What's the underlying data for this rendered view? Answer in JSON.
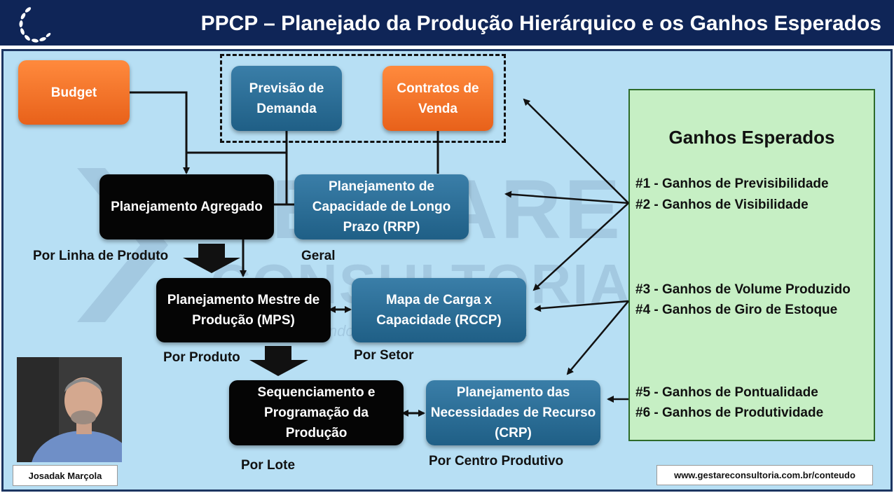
{
  "header": {
    "title": "PPCP – Planejado da Produção Hierárquico e os Ganhos Esperados",
    "logo_icon": "laurel-logo-icon"
  },
  "colors": {
    "header_bg": "#0f2557",
    "canvas_bg": "#b7dff4",
    "orange": "#f07025",
    "blue": "#2b6f97",
    "black": "#050505",
    "gains_bg": "#c6efc4"
  },
  "watermark": {
    "line1": "GESTARE",
    "line2": "CONSULTORIA",
    "tagline": "Ativando Recursos com Eficiência"
  },
  "boxes": {
    "budget": "Budget",
    "previsao": "Previsão de Demanda",
    "contratos": "Contratos de Venda",
    "agregado": "Planejamento Agregado",
    "rrp": "Planejamento de Capacidade de Longo Prazo (RRP)",
    "mps": "Planejamento Mestre de Produção (MPS)",
    "rccp": "Mapa de Carga  x Capacidade (RCCP)",
    "sequenciamento": "Sequenciamento e Programação da Produção",
    "crp": "Planejamento das Necessidades de Recurso (CRP)"
  },
  "labels": {
    "por_linha": "Por Linha de Produto",
    "geral": "Geral",
    "por_produto": "Por Produto",
    "por_setor": "Por Setor",
    "por_lote": "Por Lote",
    "por_centro": "Por Centro Produtivo"
  },
  "gains": {
    "title": "Ganhos Esperados",
    "items": [
      "#1 - Ganhos de Previsibilidade",
      "#2 - Ganhos de Visibilidade",
      "#3 - Ganhos de Volume Produzido",
      "#4 - Ganhos de Giro de Estoque",
      "#5 - Ganhos de Pontualidade",
      "#6 - Ganhos de Produtividade"
    ]
  },
  "author": {
    "name": "Josadak Marçola"
  },
  "footer": {
    "url": "www.gestareconsultoria.com.br/conteudo"
  }
}
